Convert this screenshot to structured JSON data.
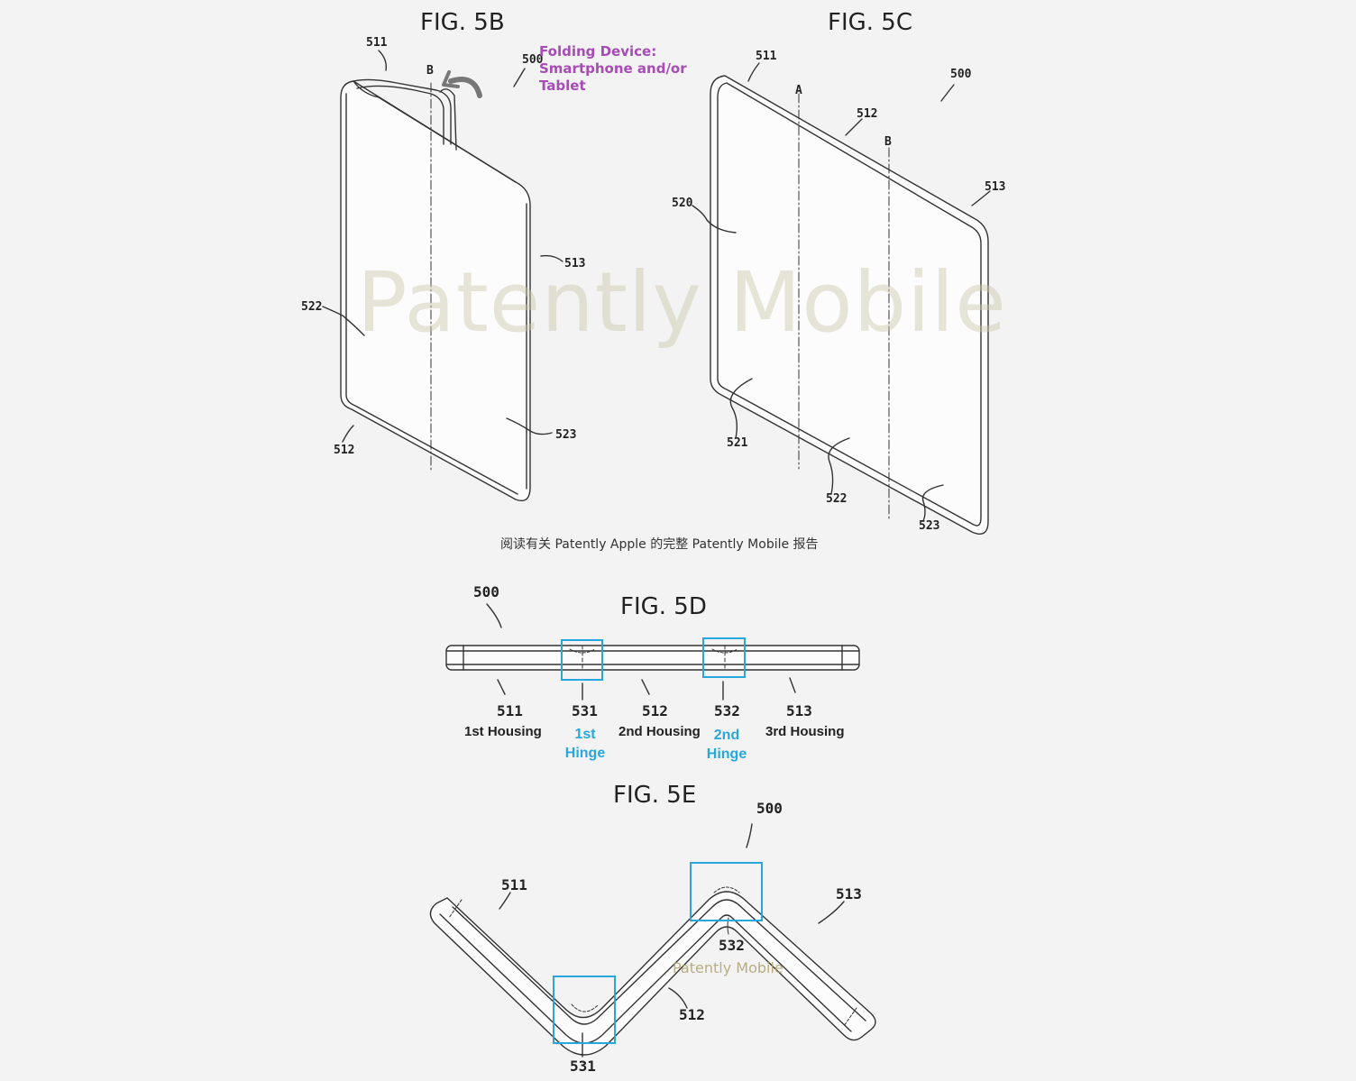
{
  "figures": {
    "fig5b": {
      "title": "FIG. 5B",
      "refs": {
        "r511": "511",
        "rB": "B",
        "r500": "500",
        "r513": "513",
        "r522": "522",
        "r512": "512",
        "r523": "523"
      },
      "note_lines": [
        "Folding Device:",
        "Smartphone and/or",
        "Tablet"
      ]
    },
    "fig5c": {
      "title": "FIG. 5C",
      "refs": {
        "r511": "511",
        "r500": "500",
        "rA": "A",
        "r512": "512",
        "rB": "B",
        "r513": "513",
        "r520": "520",
        "r521": "521",
        "r522": "522",
        "r523": "523"
      }
    },
    "fig5d": {
      "title": "FIG. 5D",
      "refs": {
        "r500": "500",
        "r511": "511",
        "r531": "531",
        "r512": "512",
        "r532": "532",
        "r513": "513"
      },
      "captions": {
        "c511": "1st Housing",
        "c512": "2nd Housing",
        "c513": "3rd Housing"
      },
      "hinge1": [
        "1st",
        "Hinge"
      ],
      "hinge2": [
        "2nd",
        "Hinge"
      ]
    },
    "fig5e": {
      "title": "FIG. 5E",
      "refs": {
        "r500": "500",
        "r511": "511",
        "r513": "513",
        "r532": "532",
        "r512": "512",
        "r531": "531"
      }
    }
  },
  "chinese_caption": "阅读有关 Patently Apple 的完整 Patently Mobile 报告",
  "watermark": {
    "large": "Patently Mobile",
    "small": "Patently Mobile"
  },
  "colors": {
    "background": "#f3f3f3",
    "line": "#333333",
    "hinge_box": "#27a7dc",
    "note": "#a64cb4",
    "watermark": "#cdc8aa"
  }
}
